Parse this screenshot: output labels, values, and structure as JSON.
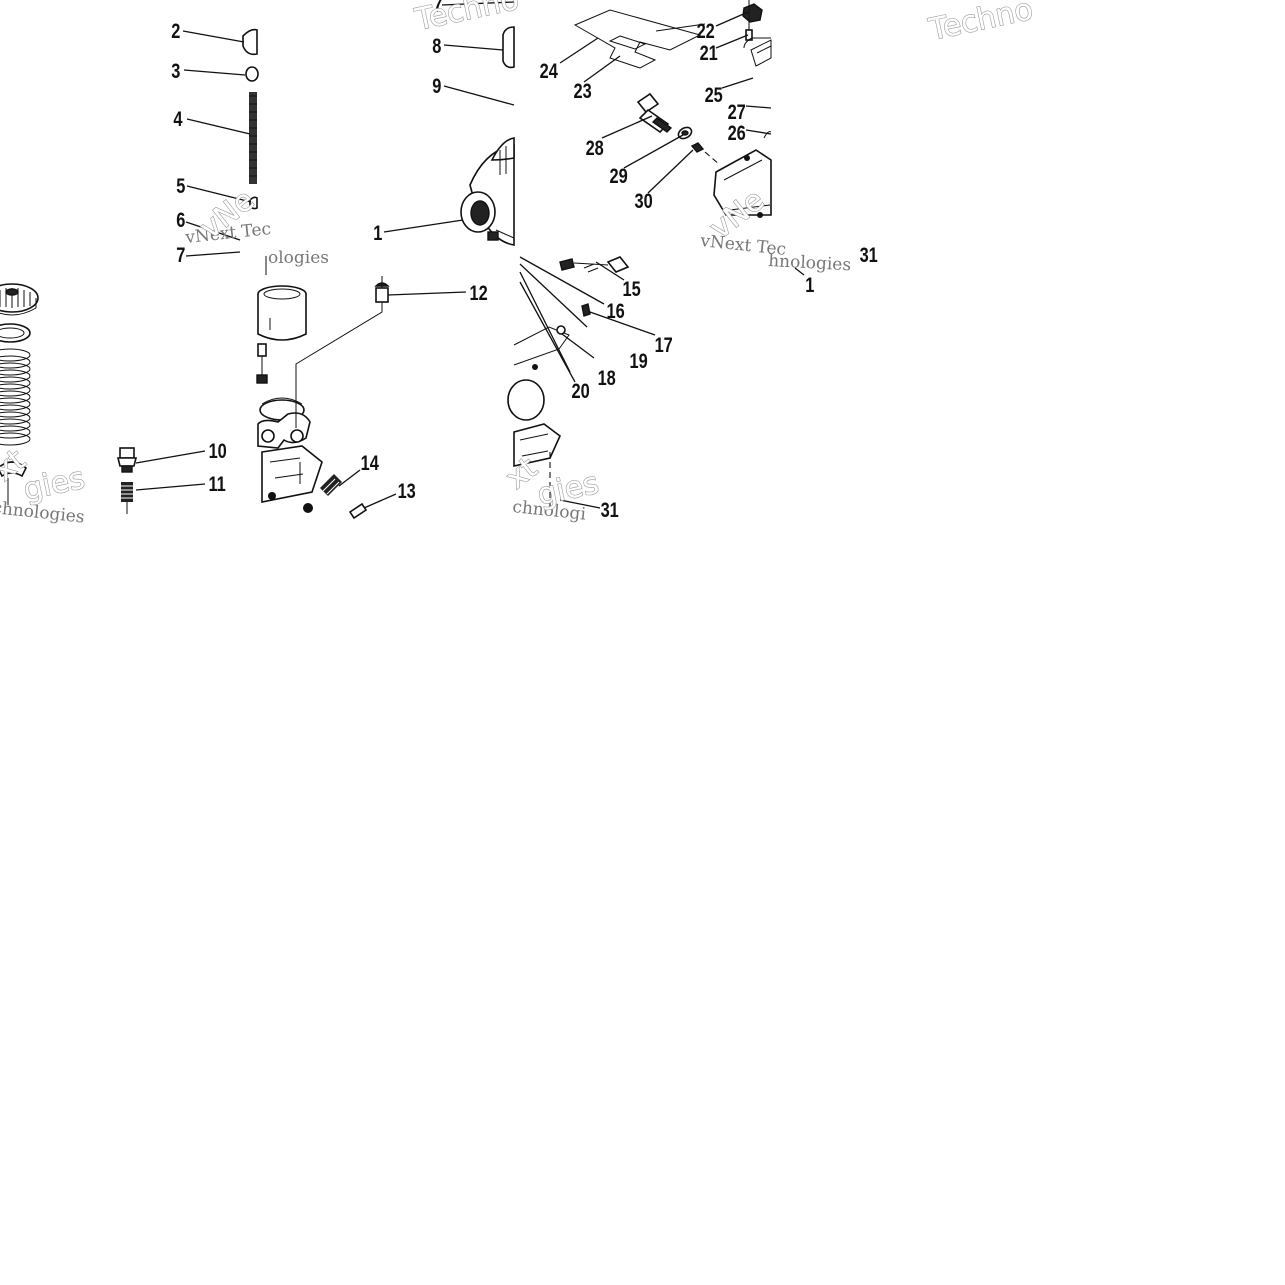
{
  "watermark_brand": "vNext Technologies",
  "watermark_fragments": {
    "tile_top_left": "vNext Tec",
    "tile_top_left_big": "vNe",
    "tile_top_mid": "Techno",
    "tile_top_right_big": "vNe",
    "tile_top_right": "vNext Tec",
    "tile_top_right_2": "hnologies",
    "tile_far_right": "Techno",
    "tile_bot_left_big": "gies",
    "tile_bot_left": "chnologies",
    "tile_bot_left_big2": "xt",
    "tile_bot_mid": "ologies",
    "tile_bot_right_big": "gies",
    "tile_bot_right_big2": "xt",
    "tile_bot_right": "chnologi"
  },
  "callouts": {
    "c1": "1",
    "c2": "2",
    "c3": "3",
    "c4": "4",
    "c5": "5",
    "c6": "6",
    "c7": "7",
    "c8": "8",
    "c9": "9",
    "c10": "10",
    "c11": "11",
    "c12": "12",
    "c13": "13",
    "c14": "14",
    "c15": "15",
    "c16": "16",
    "c17": "17",
    "c18": "18",
    "c19": "19",
    "c20": "20",
    "c21": "21",
    "c22": "22",
    "c23": "23",
    "c24": "24",
    "c25": "25",
    "c26": "26",
    "c27": "27",
    "c28": "28",
    "c29": "29",
    "c30": "30",
    "c31": "31",
    "c31_partial": "31",
    "c1_bottom": "1"
  }
}
